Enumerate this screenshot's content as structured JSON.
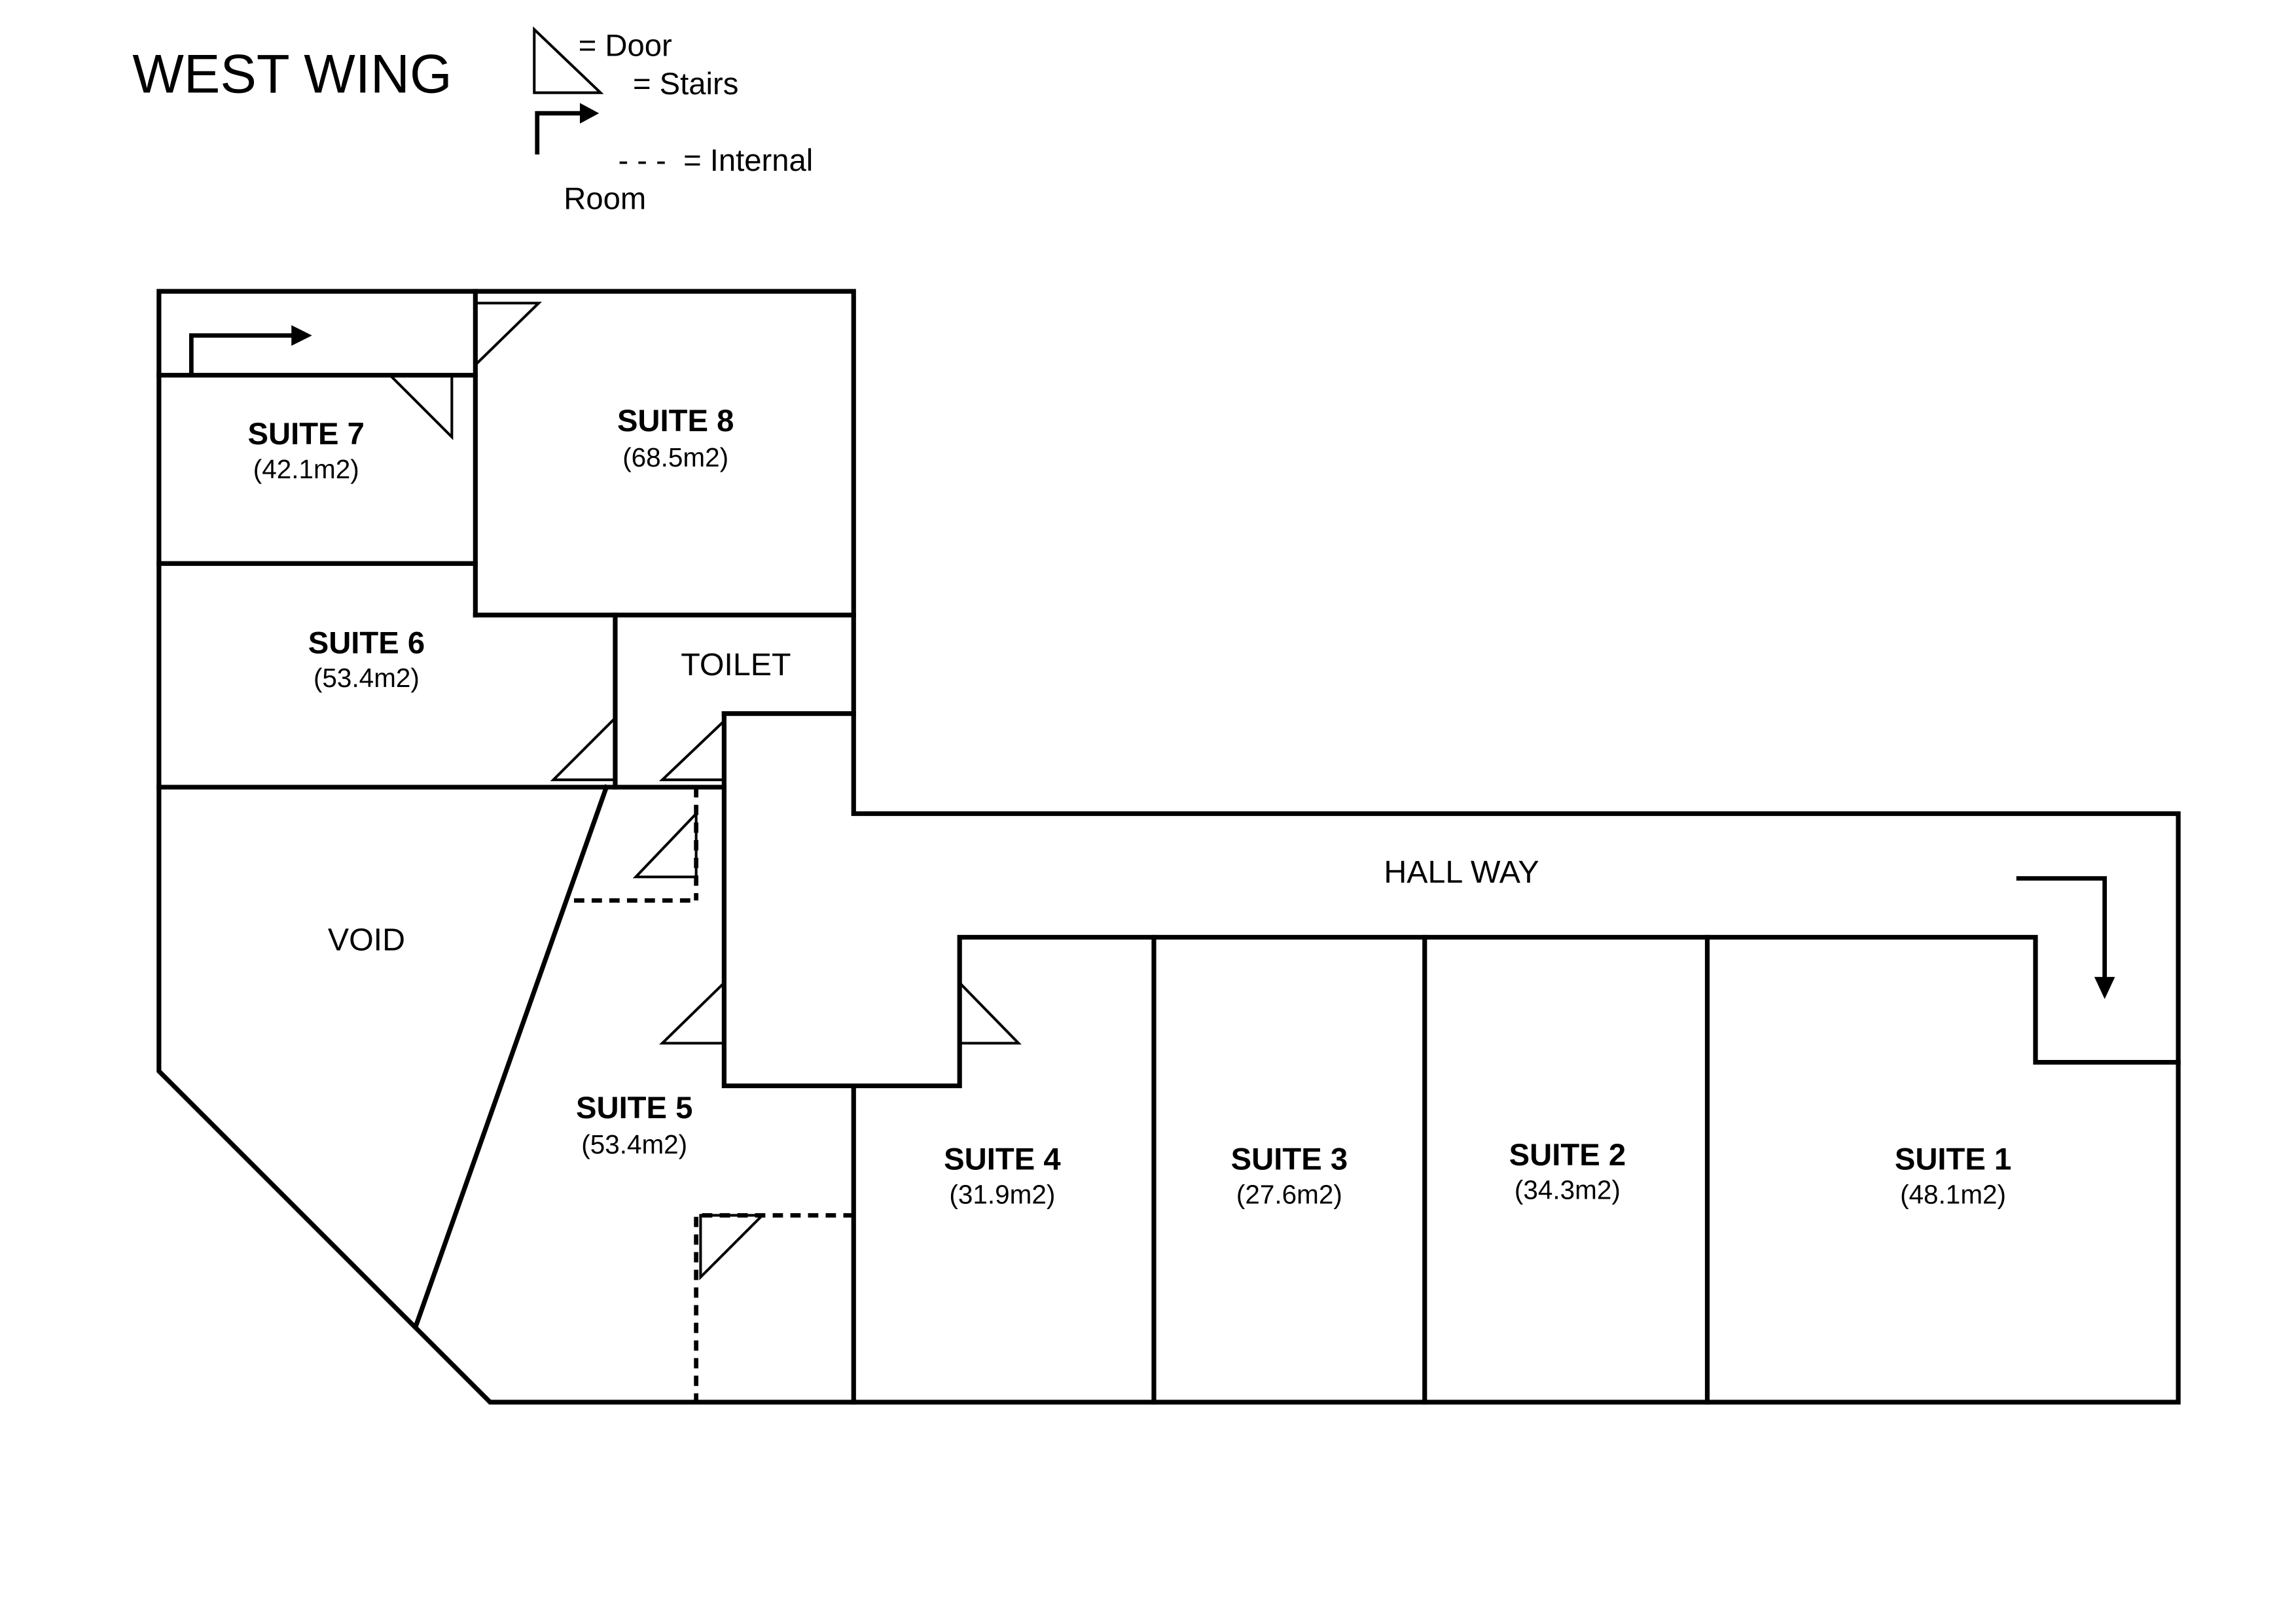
{
  "title": "WEST WING",
  "legend": {
    "door": "= Door",
    "stairs": "= Stairs",
    "internal_line1": "- - -  = Internal",
    "internal_line2": "Room"
  },
  "icons": {
    "door": "door-icon",
    "stairs": "stairs-arrow-icon"
  },
  "colors": {
    "line": "#000000",
    "background": "#ffffff"
  },
  "suites": {
    "suite_1": {
      "name": "SUITE 1",
      "area": "(48.1m2)"
    },
    "suite_2": {
      "name": "SUITE 2",
      "area": "(34.3m2)"
    },
    "suite_3": {
      "name": "SUITE 3",
      "area": "(27.6m2)"
    },
    "suite_4": {
      "name": "SUITE 4",
      "area": "(31.9m2)"
    },
    "suite_5": {
      "name": "SUITE 5",
      "area": "(53.4m2)"
    },
    "suite_6": {
      "name": "SUITE 6",
      "area": "(53.4m2)"
    },
    "suite_7": {
      "name": "SUITE 7",
      "area": "(42.1m2)"
    },
    "suite_8": {
      "name": "SUITE 8",
      "area": "(68.5m2)"
    }
  },
  "spaces": {
    "toilet": "TOILET",
    "hall_way": "HALL WAY",
    "void": "VOID"
  }
}
